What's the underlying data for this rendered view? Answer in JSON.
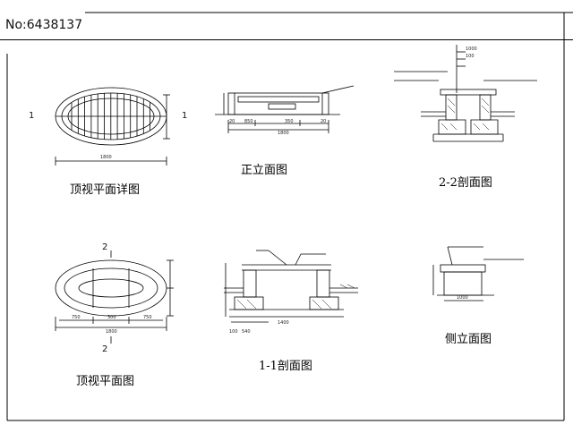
{
  "image_id_label": "No:6438137",
  "views": {
    "top_detail_title": "顶视平面详图",
    "front_elev_title": "正立面图",
    "section22_title": "2-2剖面图",
    "top_plan_title": "顶视平面图",
    "section11_title": "1-1剖面图",
    "side_elev_title": "侧立面图"
  },
  "section_marks": {
    "one_left": "1",
    "one_right": "1",
    "two_top": "2",
    "two_bottom": "2"
  },
  "dims": {
    "tp_total": "1800",
    "fe_total": "1800",
    "fe_a": "20",
    "fe_b": "850",
    "fe_c": "350",
    "fe_d": "20",
    "pl_total": "1800",
    "pl_a": "750",
    "pl_b": "300",
    "pl_c": "750",
    "se_a": "1000",
    "s11_a": "100",
    "s11_b": "540",
    "s11_c": "1400",
    "s22_a": "1000",
    "s22_b": "100"
  }
}
